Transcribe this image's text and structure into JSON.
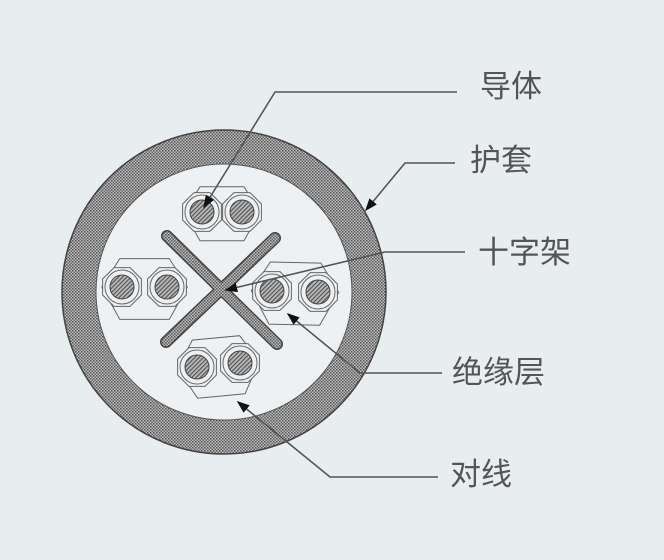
{
  "labels": {
    "conductor": "导体",
    "jacket": "护套",
    "cross_filler": "十字架",
    "insulation": "绝缘层",
    "twisted_pair": "对线"
  },
  "colors": {
    "background": "#e8edf0",
    "jacket": "#8a8a8a",
    "line": "#555555",
    "text": "#555555"
  }
}
